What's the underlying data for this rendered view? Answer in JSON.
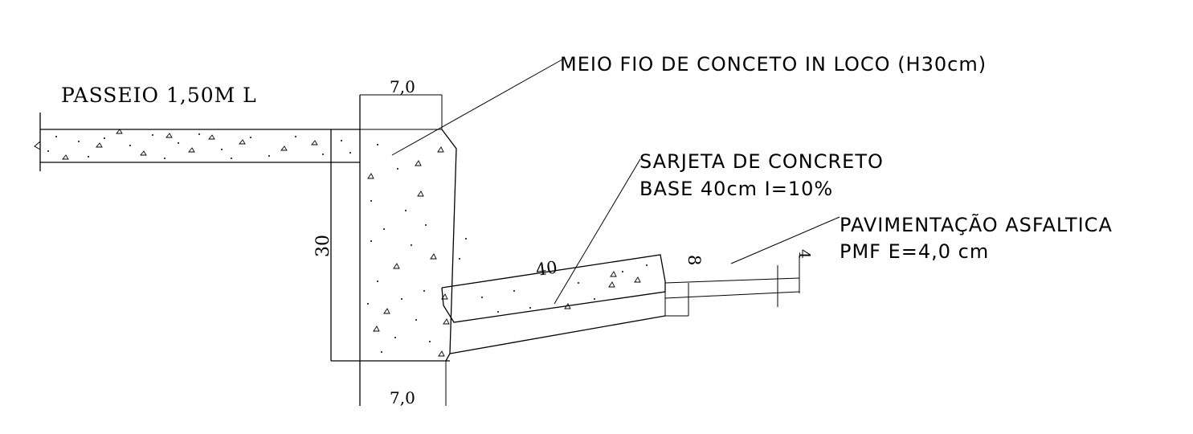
{
  "labels": {
    "sidewalk": "PASSEIO 1,50M L",
    "curb": "MEIO FIO DE CONCETO IN LOCO (H30cm)",
    "gutter_line1": "SARJETA DE CONCRETO",
    "gutter_line2": "BASE 40cm I=10%",
    "paving_line1": "PAVIMENTAÇÃO ASFALTICA",
    "paving_line2": "PMF E=4,0 cm"
  },
  "dimensions": {
    "curb_top_width": "7,0",
    "curb_bottom_width": "7,0",
    "curb_height": "30",
    "gutter_length": "40",
    "gutter_thickness": "8",
    "paving_thickness": "4"
  }
}
